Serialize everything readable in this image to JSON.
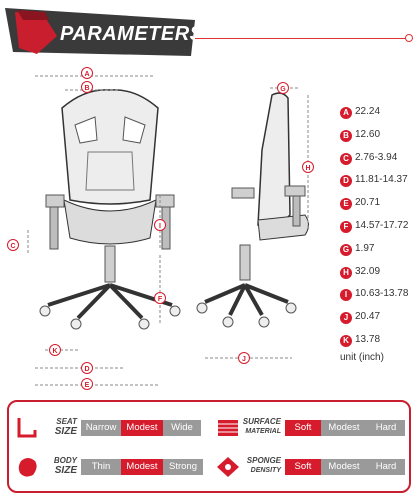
{
  "header": {
    "title": "PARAMETERS"
  },
  "dimension_labels": [
    "A",
    "B",
    "C",
    "D",
    "E",
    "F",
    "G",
    "H",
    "I",
    "J",
    "K"
  ],
  "specs": [
    {
      "letter": "A",
      "value": "22.24"
    },
    {
      "letter": "B",
      "value": "12.60"
    },
    {
      "letter": "C",
      "value": "2.76-3.94"
    },
    {
      "letter": "D",
      "value": "11.81-14.37"
    },
    {
      "letter": "E",
      "value": "20.71"
    },
    {
      "letter": "F",
      "value": "14.57-17.72"
    },
    {
      "letter": "G",
      "value": "1.97"
    },
    {
      "letter": "H",
      "value": "32.09"
    },
    {
      "letter": "I",
      "value": "10.63-13.78"
    },
    {
      "letter": "J",
      "value": "20.47"
    },
    {
      "letter": "K",
      "value": "13.78"
    }
  ],
  "unit_note": "unit (inch)",
  "params": {
    "seat_size": {
      "label_top": "SEAT",
      "label_bottom": "SIZE",
      "options": [
        "Narrow",
        "Modest",
        "Wide"
      ],
      "selected": "Modest"
    },
    "body_size": {
      "label_top": "BODY",
      "label_bottom": "SIZE",
      "options": [
        "Thin",
        "Modest",
        "Strong"
      ],
      "selected": "Modest"
    },
    "surface_material": {
      "label_top": "SURFACE",
      "label_bottom": "MATERIAL",
      "options": [
        "Soft",
        "Modest",
        "Hard"
      ],
      "selected": "Soft"
    },
    "sponge_density": {
      "label_top": "SPONGE",
      "label_bottom": "DENSITY",
      "options": [
        "Soft",
        "Modest",
        "Hard"
      ],
      "selected": "Soft"
    }
  },
  "colors": {
    "accent": "#d51b2c",
    "grey": "#9a9a9a",
    "dark": "#3a3a3a"
  }
}
